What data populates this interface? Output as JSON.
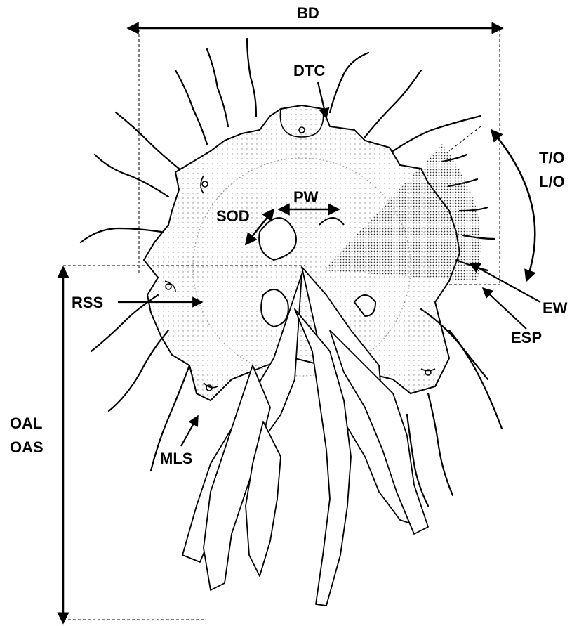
{
  "labels": {
    "bd": "BD",
    "dtc": "DTC",
    "to": "T/O",
    "lo": "L/O",
    "pw": "PW",
    "sod": "SOD",
    "rss": "RSS",
    "ew": "EW",
    "esp": "ESP",
    "oal": "OAL",
    "oas": "OAS",
    "mls": "MLS"
  },
  "colors": {
    "ink": "#000000",
    "paper": "#ffffff",
    "stipple": "#555555"
  }
}
